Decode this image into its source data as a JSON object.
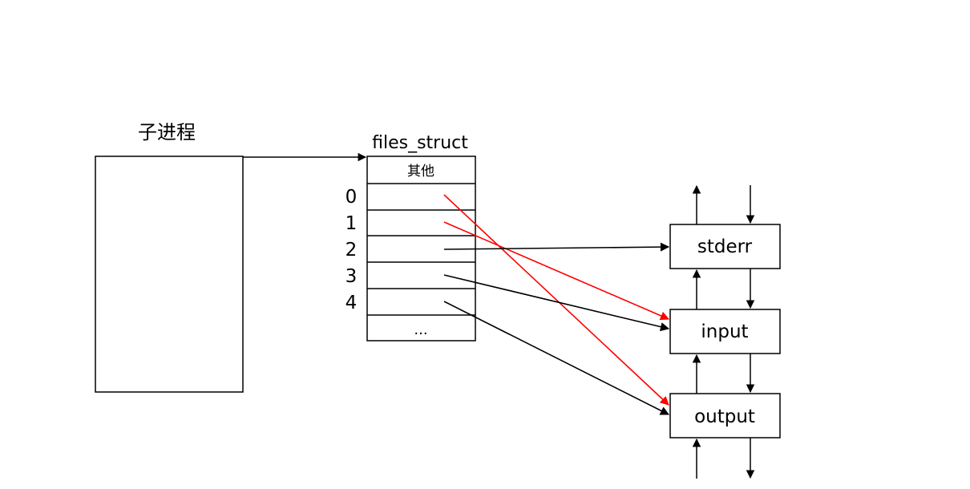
{
  "process": {
    "title": "子进程"
  },
  "files_struct": {
    "title": "files_struct",
    "header": "其他",
    "indices": [
      "0",
      "1",
      "2",
      "3",
      "4"
    ],
    "ellipsis": "..."
  },
  "devices": [
    {
      "id": "stderr",
      "label": "stderr"
    },
    {
      "id": "input",
      "label": "input"
    },
    {
      "id": "output",
      "label": "output"
    }
  ],
  "links": [
    {
      "from_index": "0",
      "to": "output",
      "style": "redirected"
    },
    {
      "from_index": "1",
      "to": "input",
      "style": "redirected"
    },
    {
      "from_index": "2",
      "to": "stderr",
      "style": "normal"
    },
    {
      "from_index": "3",
      "to": "input",
      "style": "normal"
    },
    {
      "from_index": "4",
      "to": "output",
      "style": "normal"
    }
  ],
  "colors": {
    "normal": "#000000",
    "redirected": "#ff0000"
  }
}
